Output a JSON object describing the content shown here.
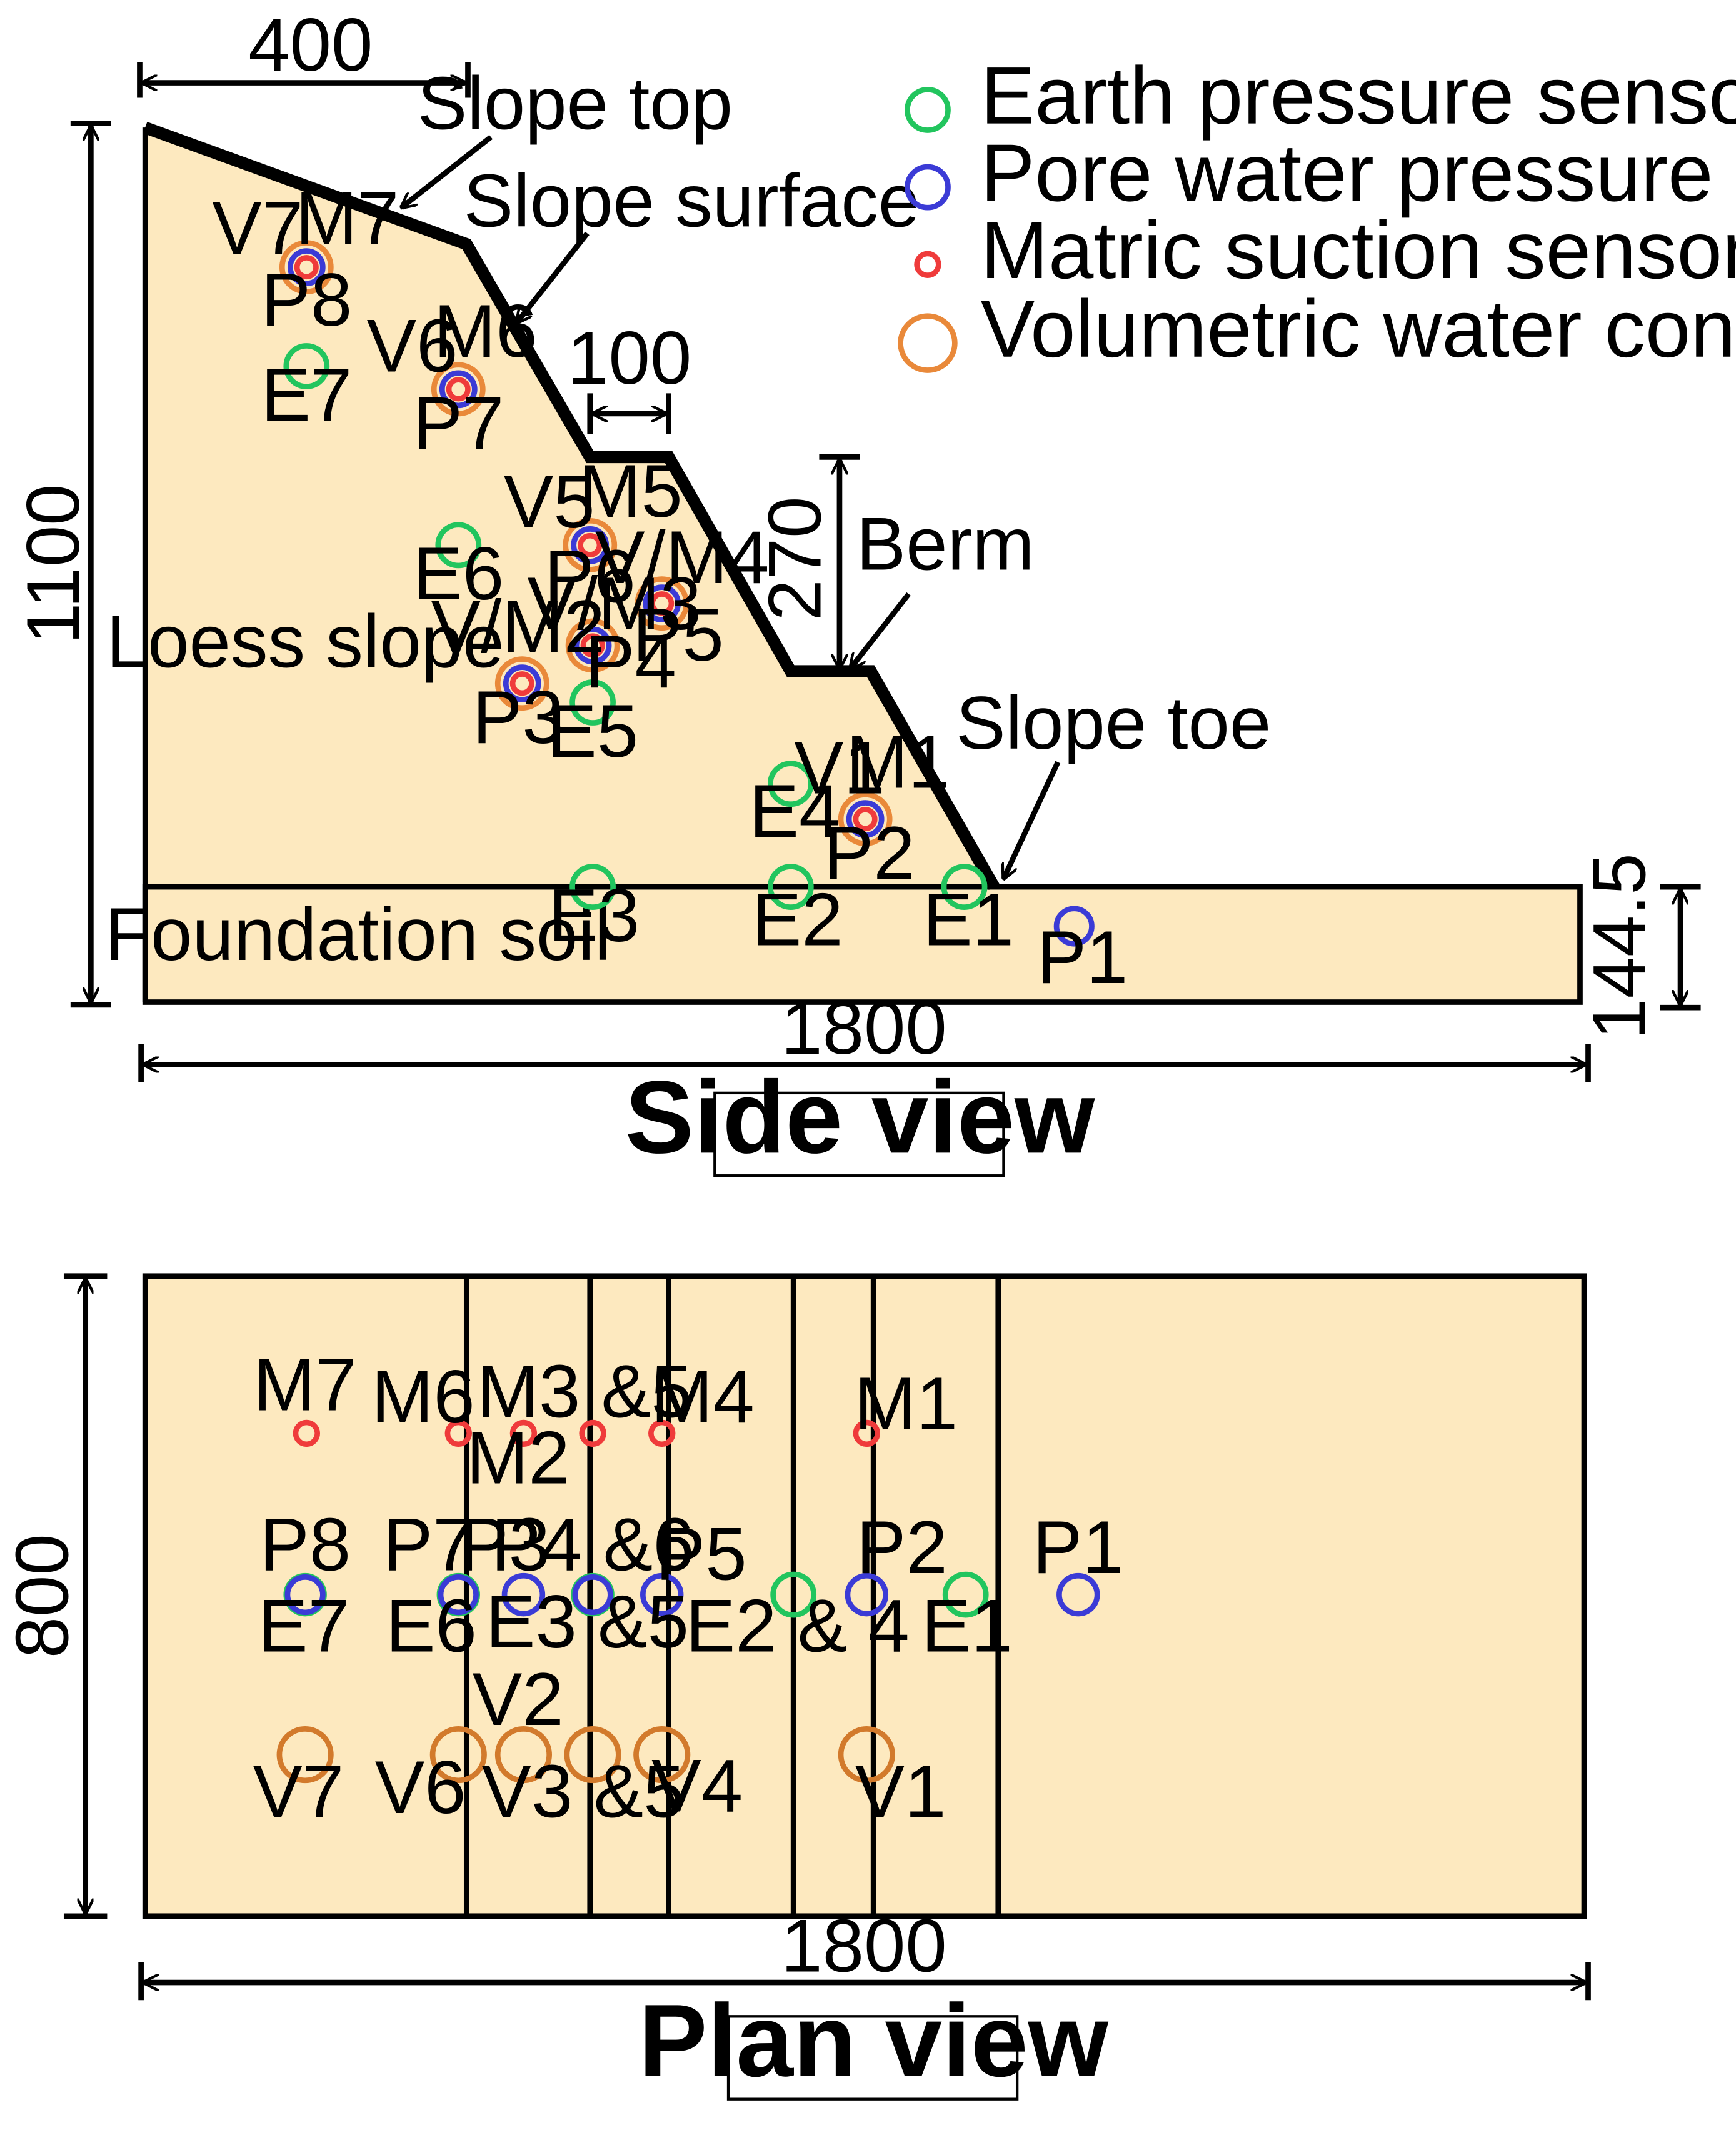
{
  "legend": {
    "earth": {
      "label": "Earth pressure sensor (E)",
      "color": "#22c55e"
    },
    "pore": {
      "label": "Pore water pressure sensor (P)",
      "color": "#3b3bd6"
    },
    "matric": {
      "label": "Matric suction sensor (M)",
      "color": "#ef3b3b"
    },
    "volumetric": {
      "label": "Volumetric water content sensor (V)",
      "color": "#e9893a"
    }
  },
  "side_view": {
    "title": "Side view",
    "dimensions": {
      "top_width": "400",
      "height": "1100",
      "berm_width": "100",
      "berm_height": "270",
      "foundation_height": "144.5",
      "length": "1800"
    },
    "annotations": {
      "slope_top": "Slope top",
      "slope_surface": "Slope surface",
      "berm": "Berm",
      "slope_toe": "Slope toe",
      "loess_slope": "Loess slope",
      "foundation_soil": "Foundation soil"
    },
    "sensor_labels": {
      "v7": "V7",
      "m7": "M7",
      "p8": "P8",
      "e7": "E7",
      "v6": "V6",
      "m6": "M6",
      "p7": "P7",
      "e6": "E6",
      "v5": "V5",
      "m5": "M5",
      "p6": "P6",
      "vm4": "V/M4",
      "p5": "P5",
      "vm3": "V/M3",
      "p4": "P4",
      "vm2": "V/M2",
      "p3": "P3",
      "e5": "E5",
      "e4": "E4",
      "v1": "V1",
      "m1": "M1",
      "p2": "P2",
      "e3": "E3",
      "e2": "E2",
      "e1": "E1",
      "p1": "P1"
    }
  },
  "plan_view": {
    "title": "Plan view",
    "dimensions": {
      "width": "800",
      "length": "1800"
    },
    "sensor_labels": {
      "m7": "M7",
      "m6": "M6",
      "m35": "M3 &5",
      "m4": "M4",
      "m2": "M2",
      "m1": "M1",
      "p8": "P8",
      "p7": "P7",
      "p3": "P3",
      "p46": "P4 &6",
      "p5": "P5",
      "p2": "P2",
      "p1": "P1",
      "e7": "E7",
      "e6": "E6",
      "e35": "E3 &5",
      "e24": "E2 & 4",
      "e1": "E1",
      "v2": "V2",
      "v7": "V7",
      "v6": "V6",
      "v35": "V3 &5",
      "v4": "V4",
      "v1": "V1"
    }
  }
}
